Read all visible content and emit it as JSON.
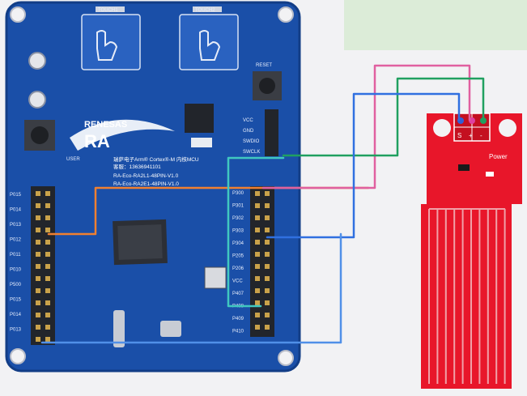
{
  "board": {
    "brand": "RENESAS",
    "logo": "RA",
    "line1": "瑞萨电子Arm® Cortex®-M 内核MCU",
    "line2": "客服：13636941101",
    "line3": "RA-Eco-RA2L1-48PIN-V1.0",
    "line4": "RA-Eco-RA2E1-48PIN-V1.0",
    "touch_left_label": "TOUCH1",
    "touch_right_label": "TOUCH2",
    "reset_label": "RESET",
    "user_btn_label": "USER",
    "left_header_labels": [
      "P015",
      "P014",
      "P013",
      "P012",
      "P011",
      "P010",
      "P500",
      "P015",
      "P014",
      "P013"
    ],
    "right_header_labels": [
      "P300",
      "P301",
      "P302",
      "P303",
      "P304",
      "P205",
      "P206",
      "VCC",
      "P407",
      "P408",
      "P409",
      "P410"
    ],
    "swd_labels": [
      "VCC",
      "GND",
      "SWDIO",
      "SWCLK"
    ]
  },
  "sensor": {
    "label": "Power",
    "pin_labels": [
      "S",
      "+",
      "-"
    ]
  },
  "colors": {
    "pcb_blue": "#1a4fa8",
    "sensor_red": "#e8162a",
    "wire_orange": "#f08030",
    "wire_pink": "#e060a0",
    "wire_green": "#20a060",
    "wire_blue": "#3070e0",
    "wire_cyan": "#40c8c0"
  }
}
